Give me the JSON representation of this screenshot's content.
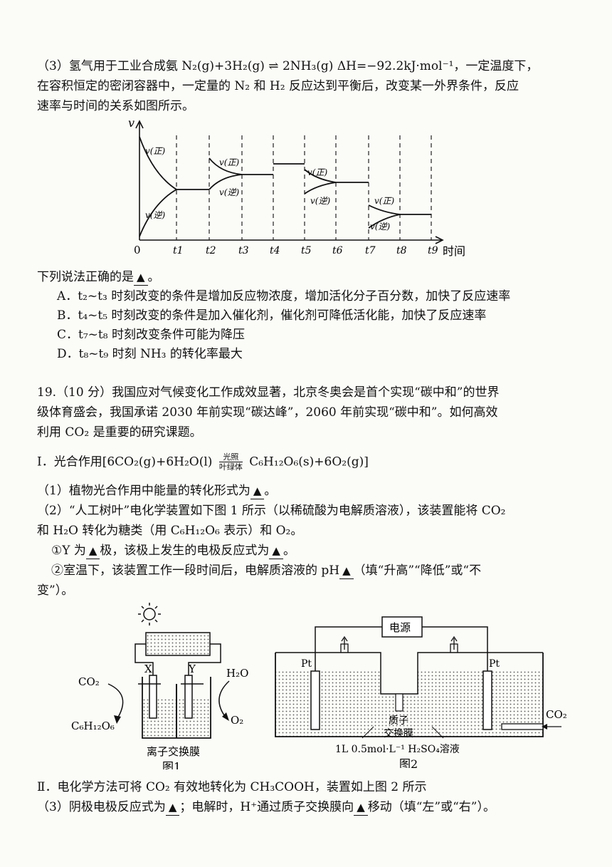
{
  "q3_intro": {
    "line1": "（3）氢气用于工业合成氨 N₂(g)+3H₂(g) ⇌ 2NH₃(g) ΔH=−92.2kJ·mol⁻¹，一定温度下，",
    "line2": "在容积恒定的密闭容器中，一定量的 N₂ 和 H₂ 反应达到平衡后，改变某一外界条件，反应",
    "line3": "速率与时间的关系如图所示。"
  },
  "rate_chart": {
    "y_axis_label": "v",
    "x_axis_label": "时间",
    "origin_label": "0",
    "ticks": [
      "t1",
      "t2",
      "t3",
      "t4",
      "t5",
      "t6",
      "t7",
      "t8",
      "t9"
    ],
    "curve_labels": [
      "v(正)",
      "v(逆)",
      "v(正)",
      "v(逆)",
      "v(正)",
      "v(逆)",
      "v(正)",
      "v(逆)"
    ]
  },
  "q3_question": "下列说法正确的是",
  "answer_mark": "▲",
  "options": [
    "A．t₂~t₃ 时刻改变的条件是增加反应物浓度，增加活化分子百分数，加快了反应速率",
    "B．t₄~t₅ 时刻改变的条件是加入催化剂，催化剂可降低活化能，加快了反应速率",
    "C．t₇~t₈ 时刻改变条件可能为降压",
    "D．t₈~t₉ 时刻 NH₃ 的转化率最大"
  ],
  "q19": {
    "line1": "19.（10 分）我国应对气候变化工作成效显著，北京冬奥会是首个实现“碳中和”的世界",
    "line2": "级体育盛会，我国承诺 2030 年前实现“碳达峰”，2060 年前实现“碳中和”。如何高效",
    "line3": "利用 CO₂ 是重要的研究课题。"
  },
  "part1": {
    "prefix": "Ⅰ．光合作用[6CO₂(g)+6H₂O(l)",
    "above": "光照",
    "below": "叶绿体",
    "suffix": "C₆H₁₂O₆(s)+6O₂(g)]"
  },
  "sub1": "（1）植物光合作用中能量的转化形式为",
  "sub2": {
    "line1": "（2）“人工树叶”电化学装置如下图 1 所示（以稀硫酸为电解质溶液），该装置能将 CO₂",
    "line2": "和 H₂O 转化为糖类（用 C₆H₁₂O₆ 表示）和 O₂。",
    "item1_a": "①Y 为",
    "item1_b": "极，该极上发生的电极反应式为",
    "item2_a": "②室温下，该装置工作一段时间后，电解质溶液的 pH",
    "item2_b": "（填“升高”“降低”或“不",
    "item2_c": "变”）。"
  },
  "fig1": {
    "caption": "图1",
    "electrode_x": "X",
    "electrode_y": "Y",
    "left_in": "CO₂",
    "left_out": "C₆H₁₂O₆",
    "right_in": "H₂O",
    "right_out": "O₂",
    "membrane": "离子交换膜"
  },
  "fig2": {
    "caption": "图2",
    "power": "电源",
    "left_electrode": "Pt",
    "right_electrode": "Pt",
    "membrane_line1": "质子",
    "membrane_line2": "交换膜",
    "solution": "1L 0.5mol·L⁻¹ H₂SO₄溶液",
    "gas_in": "CO₂"
  },
  "part2": "Ⅱ．电化学方法可将 CO₂ 有效地转化为 CH₃COOH，装置如上图 2 所示",
  "sub3": {
    "a": "（3）阴极电极反应式为",
    "b": "；电解时，H⁺通过质子交换膜向",
    "c": "移动（填“左”或“右”）。"
  }
}
